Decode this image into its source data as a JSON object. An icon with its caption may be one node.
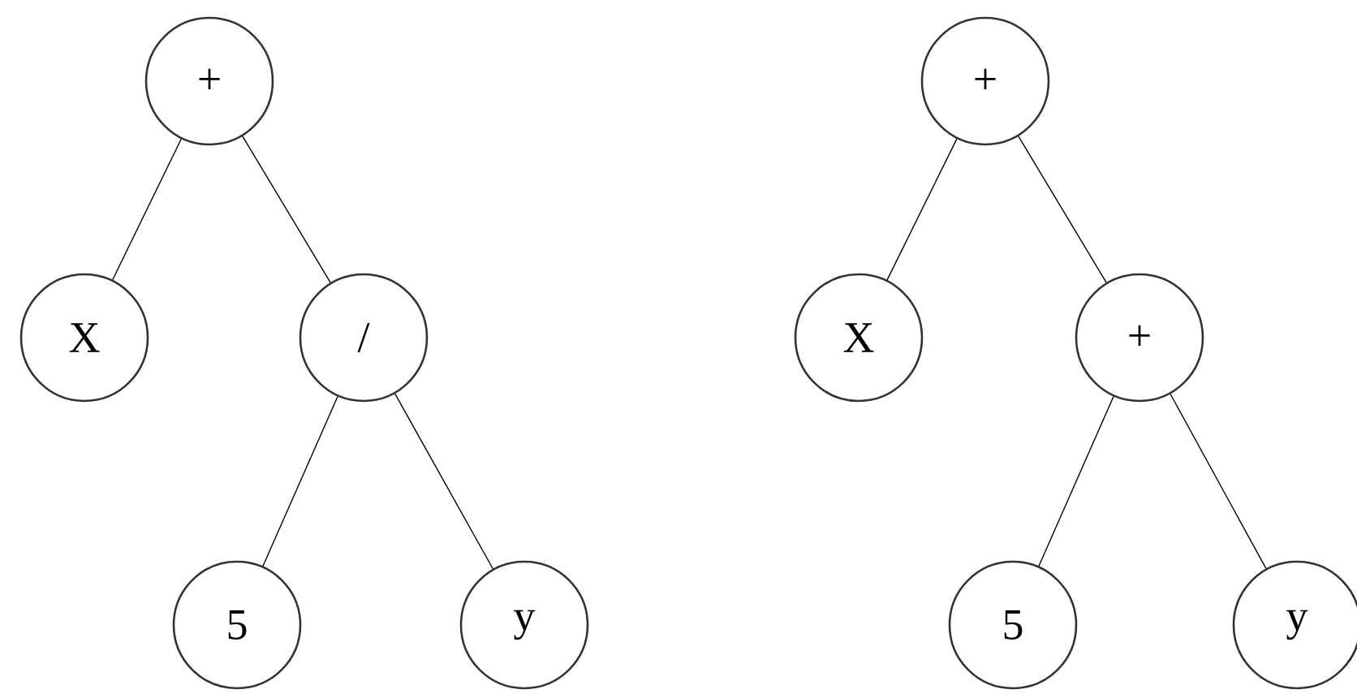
{
  "diagram": {
    "nodes": [
      {
        "text": [
          "+"
        ]
      },
      {
        "text": [
          "X"
        ]
      },
      {
        "text": [
          "/"
        ]
      },
      {
        "text": [
          "5"
        ]
      },
      {
        "text": [
          "y"
        ]
      },
      {
        "text": [
          "+"
        ]
      },
      {
        "text": [
          "X"
        ]
      },
      {
        "text": [
          "+"
        ]
      },
      {
        "text": [
          "5"
        ]
      },
      {
        "text": [
          "y"
        ]
      }
    ],
    "edges": [
      {
        "from": 0,
        "to": 1,
        "arrow": "none"
      },
      {
        "from": 0,
        "to": 2,
        "arrow": "none"
      },
      {
        "from": 2,
        "to": 3,
        "arrow": "none"
      },
      {
        "from": 2,
        "to": 4,
        "arrow": "none"
      },
      {
        "from": 5,
        "to": 6,
        "arrow": "none"
      },
      {
        "from": 5,
        "to": 7,
        "arrow": "none"
      },
      {
        "from": 7,
        "to": 8,
        "arrow": "none"
      },
      {
        "from": 7,
        "to": 9,
        "arrow": "none"
      }
    ]
  }
}
